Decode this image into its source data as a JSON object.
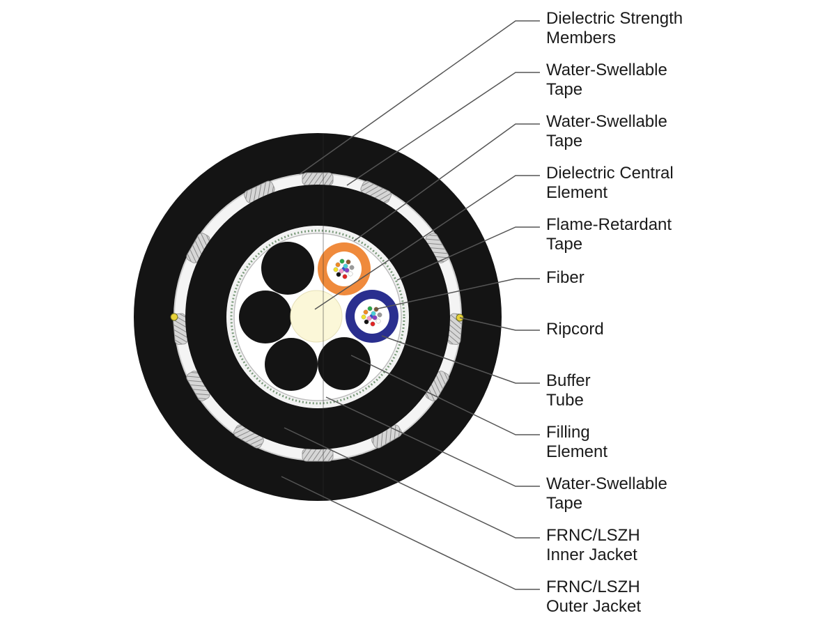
{
  "labels": [
    {
      "id": "dielectric-strength-members",
      "line1": "Dielectric Strength",
      "line2": "Members"
    },
    {
      "id": "water-swellable-tape-outer",
      "line1": "Water-Swellable",
      "line2": "Tape"
    },
    {
      "id": "water-swellable-tape-middle",
      "line1": "Water-Swellable",
      "line2": "Tape"
    },
    {
      "id": "dielectric-central-element",
      "line1": "Dielectric Central",
      "line2": "Element"
    },
    {
      "id": "flame-retardant-tape",
      "line1": "Flame-Retardant",
      "line2": "Tape"
    },
    {
      "id": "fiber",
      "line1": "Fiber",
      "line2": ""
    },
    {
      "id": "ripcord",
      "line1": "Ripcord",
      "line2": ""
    },
    {
      "id": "buffer-tube",
      "line1": "Buffer",
      "line2": "Tube"
    },
    {
      "id": "filling-element",
      "line1": "Filling",
      "line2": "Element"
    },
    {
      "id": "water-swellable-tape-inner",
      "line1": "Water-Swellable",
      "line2": "Tape"
    },
    {
      "id": "inner-jacket",
      "line1": "FRNC/LSZH",
      "line2": "Inner Jacket"
    },
    {
      "id": "outer-jacket",
      "line1": "FRNC/LSZH",
      "line2": "Outer Jacket"
    }
  ],
  "colors": {
    "jacket": "#141414",
    "tape": "#f4f4f4",
    "strength_member": "#c8c8c8",
    "ripcord": "#e8d23a",
    "central_element": "#fbf7d8",
    "buffer_tube_orange": "#ef8a3c",
    "buffer_tube_blue": "#2a2f8f",
    "filler": "#141414",
    "leader": "#555555"
  },
  "fiber_colors": [
    "#2a4fd8",
    "#f08a24",
    "#2aa84a",
    "#8b5a2b",
    "#9a9a9a",
    "#ffffff",
    "#e02424",
    "#111111",
    "#f2e22a",
    "#8a3fc0",
    "#f29ac8",
    "#4ad0d8"
  ]
}
